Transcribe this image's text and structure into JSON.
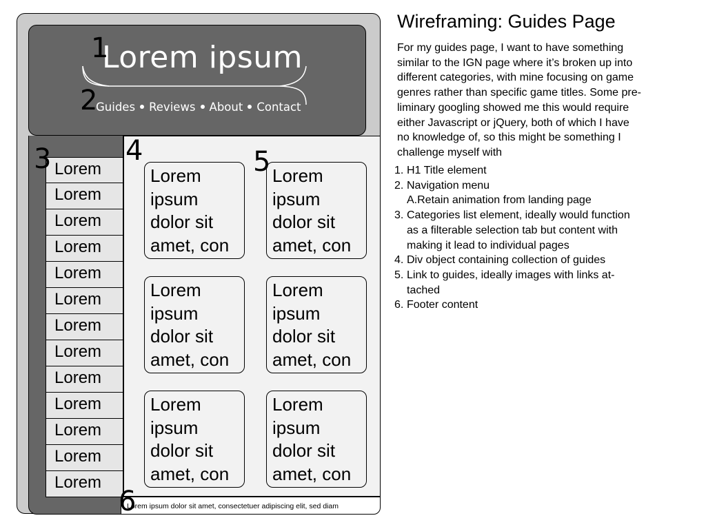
{
  "wireframe": {
    "site_title": "Lorem ipsum",
    "nav": [
      "Guides",
      "Reviews",
      "About",
      "Contact"
    ],
    "markers": [
      "1",
      "2",
      "3",
      "4",
      "5",
      "6"
    ],
    "categories": [
      "Lorem",
      "Lorem",
      "Lorem",
      "Lorem",
      "Lorem",
      "Lorem",
      "Lorem",
      "Lorem",
      "Lorem",
      "Lorem",
      "Lorem",
      "Lorem",
      "Lorem"
    ],
    "cards": [
      [
        "Lorem",
        "ipsum",
        "dolor sit",
        "amet, con"
      ],
      [
        "Lorem",
        "ipsum",
        "dolor sit",
        "amet, con"
      ],
      [
        "Lorem",
        "ipsum",
        "dolor sit",
        "amet, con"
      ],
      [
        "Lorem",
        "ipsum",
        "dolor sit",
        "amet, con"
      ],
      [
        "Lorem",
        "ipsum",
        "dolor sit",
        "amet, con"
      ],
      [
        "Lorem",
        "ipsum",
        "dolor sit",
        "amet, con"
      ]
    ],
    "footer": "Lorem ipsum dolor sit amet, consectetuer adipiscing elit, sed diam",
    "colors": {
      "frame": "#cbcbcb",
      "header": "#666666",
      "content": "#f2f2f2",
      "category": "#e6e6e6"
    }
  },
  "description": {
    "title": "Wireframing: Guides Page",
    "paragraph_lines": [
      "For my guides page, I want to have something",
      "similar to the IGN page where it’s broken up into",
      "different categories, with mine focusing on game",
      "genres rather than specific game titles. Some pre-",
      "liminary googling showed me this would require",
      "either Javascript or jQuery, both of which I have",
      "no knowledge of, so this might be something I",
      "challenge myself with"
    ],
    "items": [
      {
        "num": "1.",
        "lines": [
          "H1 Title element"
        ]
      },
      {
        "num": "2.",
        "lines": [
          "Navigation menu",
          "A.Retain animation from landing page"
        ]
      },
      {
        "num": "3.",
        "lines": [
          "Categories list element, ideally would function",
          "as a filterable selection tab but content with",
          "making it lead to individual pages"
        ]
      },
      {
        "num": "4.",
        "lines": [
          "Div object containing collection of guides"
        ]
      },
      {
        "num": "5.",
        "lines": [
          "Link to guides, ideally images with links at-",
          "tached"
        ]
      },
      {
        "num": "6.",
        "lines": [
          "Footer content"
        ]
      }
    ]
  }
}
